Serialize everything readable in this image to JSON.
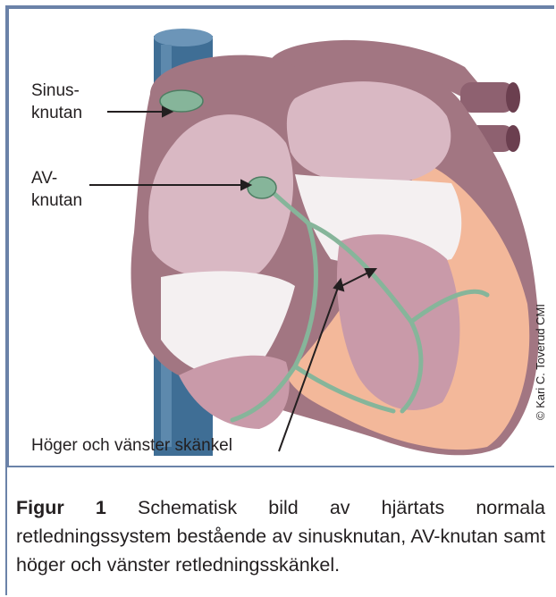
{
  "labels": {
    "sinus_line1": "Sinus-",
    "sinus_line2": "knutan",
    "av_line1": "AV-",
    "av_line2": "knutan",
    "branches": "Höger och vänster skänkel"
  },
  "credit": "© Kari C. Toverud CMI",
  "caption": {
    "prefix": "Figur 1",
    "text": "Schematisk bild av hjärtats normala retledningssystem bestående av sinusknutan, AV-knutan samt höger och vänster retledningsskänkel."
  },
  "colors": {
    "frame": "#6b82a8",
    "vessel_blue": "#3f6e95",
    "heart_wall": "#a27682",
    "chamber_pink": "#d9b8c3",
    "myocardium": "#f3b89a",
    "conduction_green": "#86b59a"
  }
}
